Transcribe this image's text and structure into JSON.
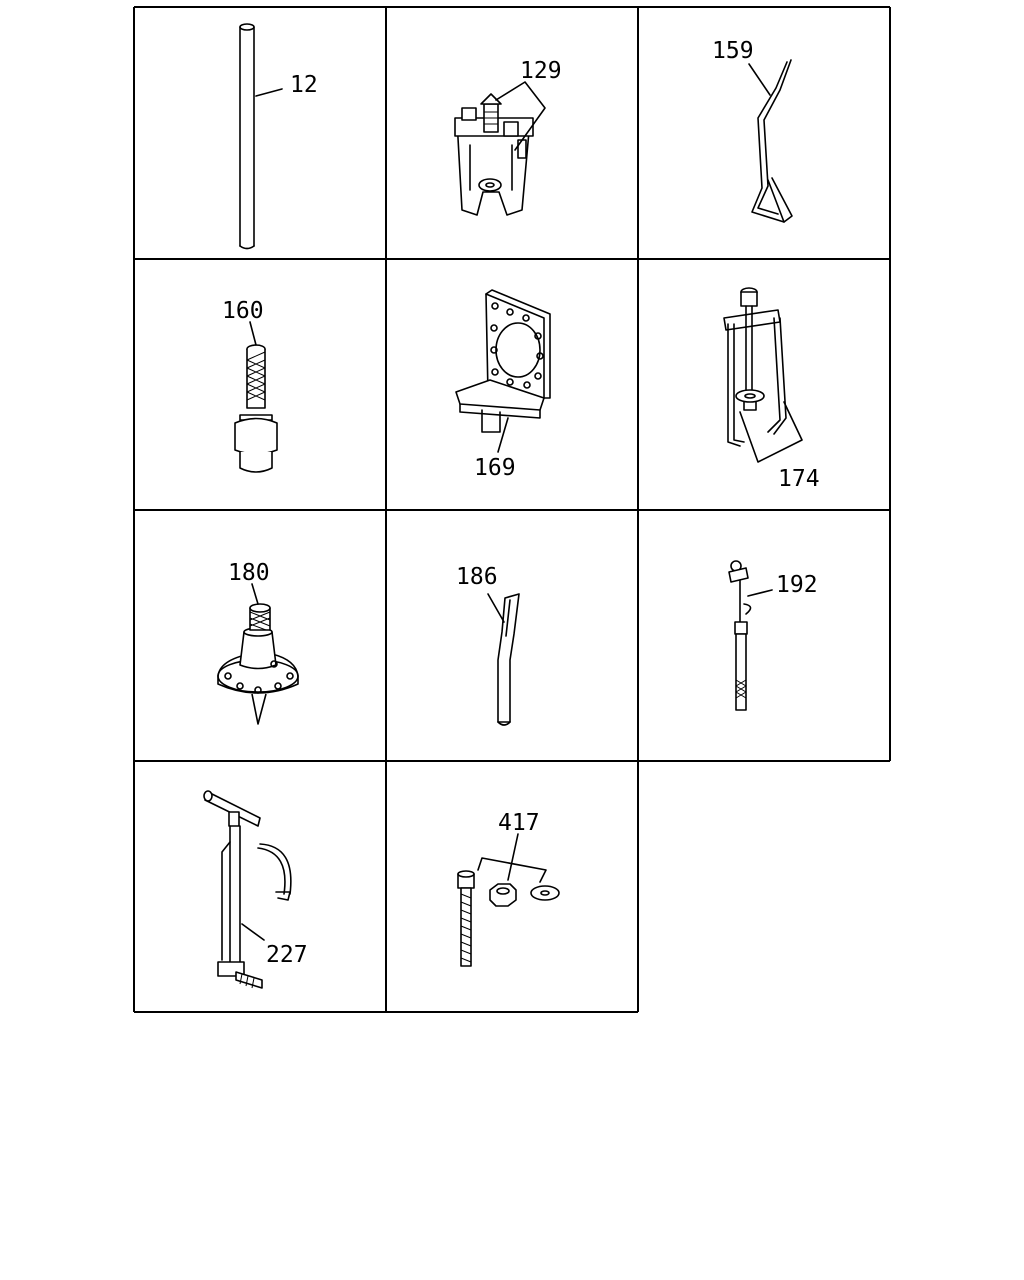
{
  "parts": [
    {
      "number": "12",
      "illustration": "rod"
    },
    {
      "number": "129",
      "illustration": "puller"
    },
    {
      "number": "159",
      "illustration": "wire-hook"
    },
    {
      "number": "160",
      "illustration": "threaded-adapter"
    },
    {
      "number": "169",
      "illustration": "l-bracket"
    },
    {
      "number": "174",
      "illustration": "two-jaw-puller"
    },
    {
      "number": "180",
      "illustration": "flange-installer"
    },
    {
      "number": "186",
      "illustration": "split-chisel"
    },
    {
      "number": "192",
      "illustration": "slide-gauge"
    },
    {
      "number": "227",
      "illustration": "t-handle-pump"
    },
    {
      "number": "417",
      "illustration": "bolt-nut-washer"
    }
  ]
}
